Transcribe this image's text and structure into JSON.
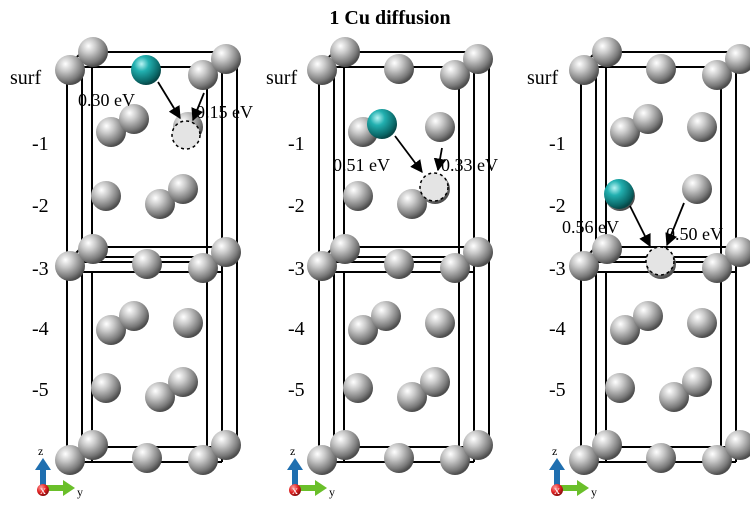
{
  "title": "1 Cu diffusion",
  "colors": {
    "cu_atom": "#1aa3a3",
    "host_atom": "#a8a8a8",
    "vacancy": "#e4e4e4",
    "cell_lines": "#000000",
    "axis_z": "#1f6fb0",
    "axis_y": "#6abf2a",
    "axis_x": "#e02020"
  },
  "axes": {
    "z": "z",
    "y": "y",
    "x": "x"
  },
  "panels": [
    {
      "layer_labels": [
        "surf",
        "-1",
        "-2",
        "-3",
        "-4",
        "-5"
      ],
      "barrier_left": "0.30 eV",
      "barrier_right": "0.15 eV"
    },
    {
      "layer_labels": [
        "surf",
        "-1",
        "-2",
        "-3",
        "-4",
        "-5"
      ],
      "barrier_left": "0.51 eV",
      "barrier_right": "0.33 eV"
    },
    {
      "layer_labels": [
        "surf",
        "-1",
        "-2",
        "-3",
        "-4",
        "-5"
      ],
      "barrier_left": "0.56 eV",
      "barrier_right": "0.50 eV"
    }
  ]
}
